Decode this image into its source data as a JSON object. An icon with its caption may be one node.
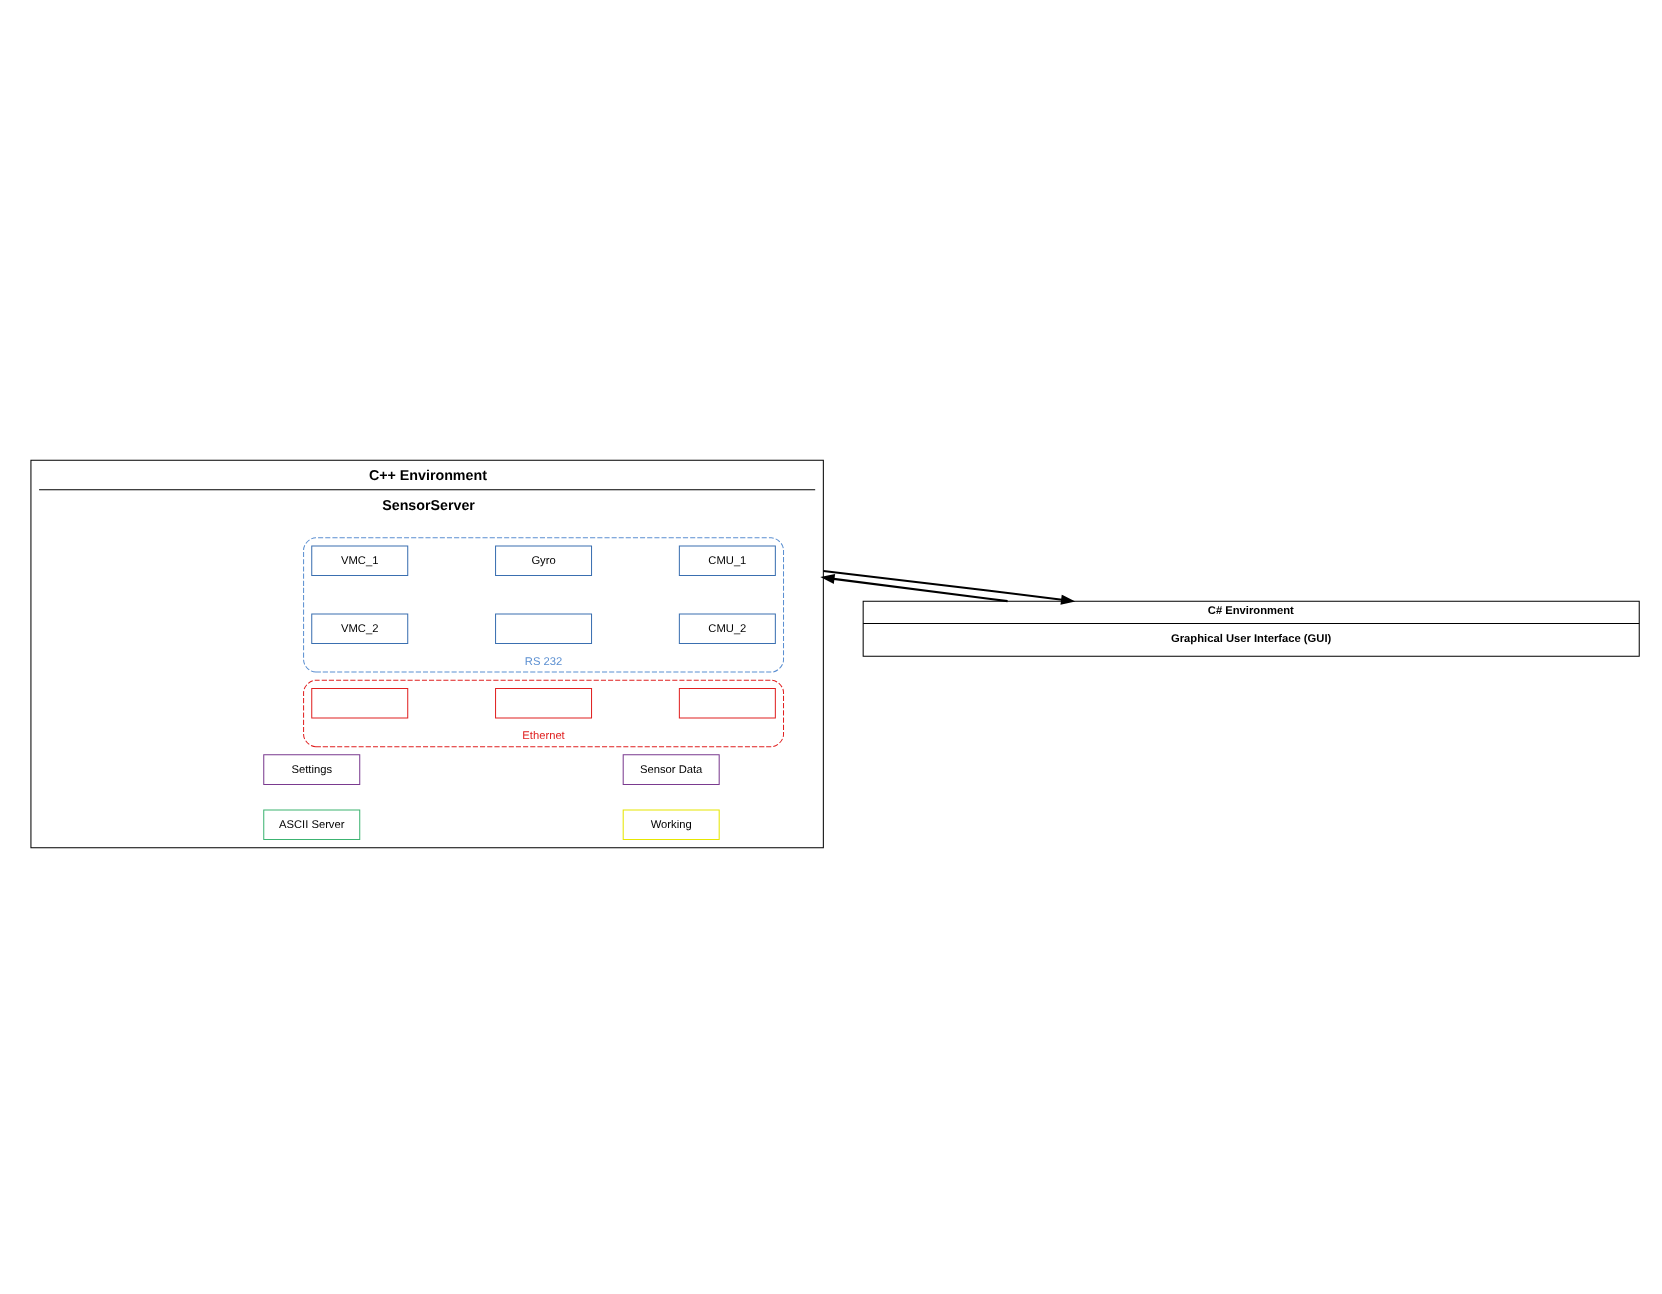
{
  "diagram": {
    "nodes": [
      {
        "text": [
          "C++ Environment",
          "SensorServer"
        ]
      },
      {
        "text": [
          "RS 232"
        ],
        "in": 0
      },
      {
        "text": [
          "CMU_1"
        ],
        "in": 1
      },
      {
        "text": [
          "VMC_1"
        ],
        "in": 1
      },
      {
        "text": [
          "Gyro"
        ],
        "in": 1
      },
      {
        "text": [
          "CMU_2"
        ],
        "in": 1
      },
      {
        "text": [
          "VMC_2"
        ],
        "in": 1
      },
      {
        "text": [],
        "shape": "box",
        "in": 1
      },
      {
        "text": [
          "Ethernet"
        ],
        "in": 0
      },
      {
        "text": [],
        "shape": "box",
        "in": 8
      },
      {
        "text": [],
        "shape": "box",
        "in": 8
      },
      {
        "text": [],
        "shape": "box",
        "in": 8
      },
      {
        "text": [
          "Settings"
        ],
        "in": 0
      },
      {
        "text": [
          "Sensor Data"
        ],
        "in": 0
      },
      {
        "text": [
          "ASCII Server"
        ],
        "in": 0
      },
      {
        "text": [
          "Working"
        ],
        "in": 0
      },
      {
        "text": [
          "C# Environment",
          "Graphical User Interface (GUI)"
        ]
      }
    ],
    "edges": [
      {
        "from": 16,
        "to": 0,
        "arrow": "to"
      },
      {
        "from": 0,
        "to": 16,
        "arrow": "to"
      }
    ]
  }
}
